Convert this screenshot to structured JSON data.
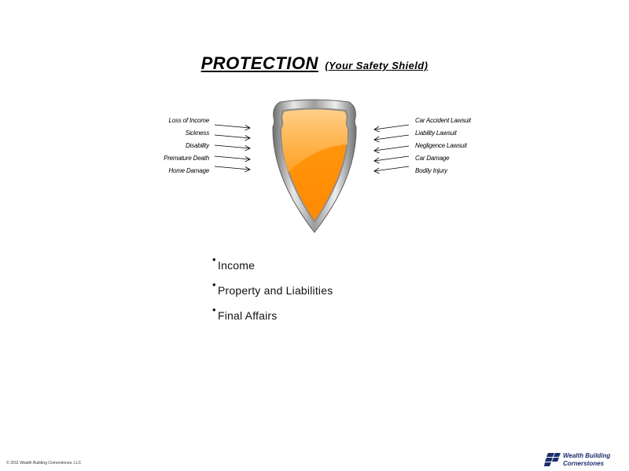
{
  "title": {
    "main": "PROTECTION",
    "sub": "(Your Safety Shield)"
  },
  "risks_left": [
    "Loss of Income",
    "Sickness",
    "Disability",
    "Premature Death",
    "Home Damage"
  ],
  "risks_right": [
    "Car Accident Lawsuit",
    "Liability Lawsuit",
    "Negligence Lawsuit",
    "Car Damage",
    "Bodily Injury"
  ],
  "bullets": [
    "Income",
    "Property and Liabilities",
    "Final Affairs"
  ],
  "footer": {
    "copyright": "© 2011 Wealth Building Cornerstones, LLC",
    "brand_line1": "Wealth Building",
    "brand_line2": "Cornerstones"
  },
  "colors": {
    "shield_orange": "#ff9000",
    "shield_highlight": "#ffb24a",
    "shield_rim": "#9a9a9a",
    "brand_navy": "#1c2e6b"
  },
  "icons": {
    "shield": "shield-icon",
    "brand_logo": "wbc-logo-icon"
  }
}
